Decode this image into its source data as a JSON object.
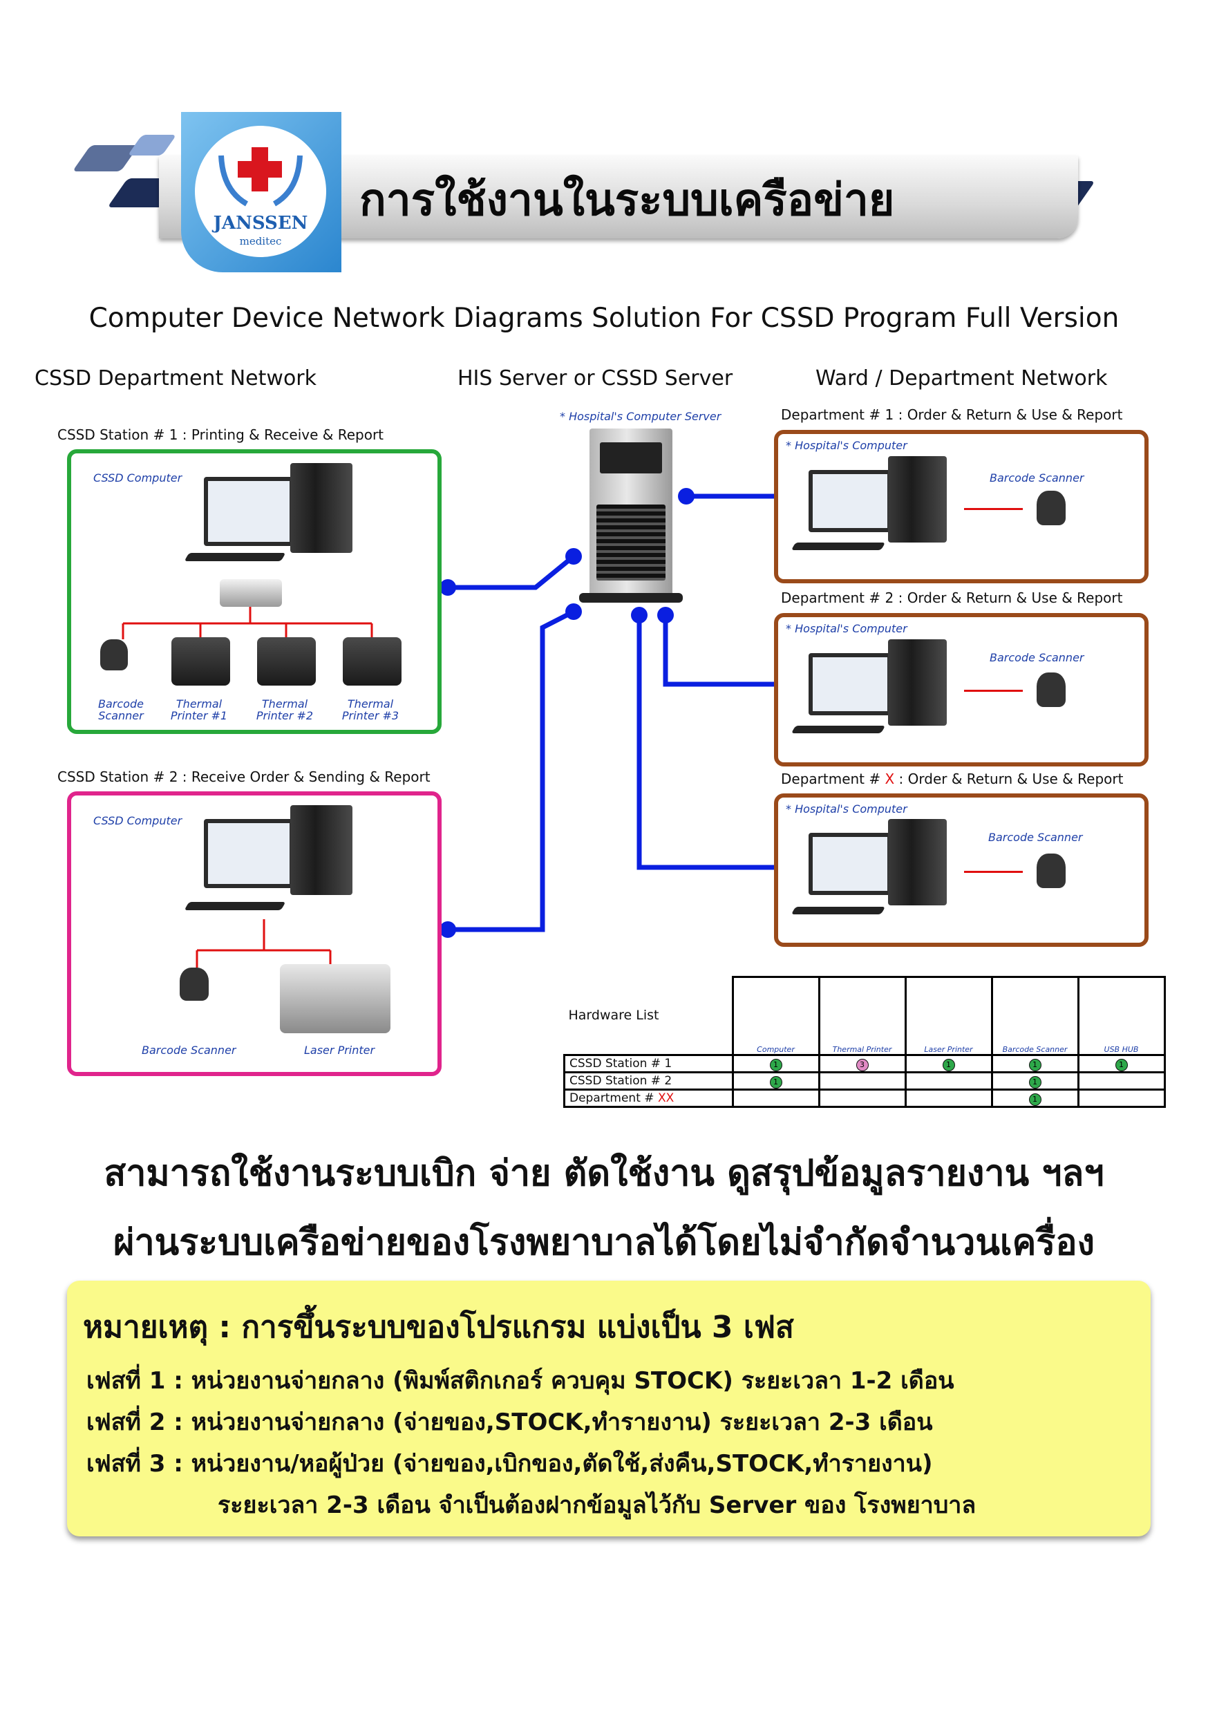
{
  "header": {
    "title": "การใช้งานในระบบเครือข่าย",
    "logo_name": "JANSSEN",
    "logo_sub": "meditec"
  },
  "subtitle": "Computer Device Network Diagrams Solution For CSSD Program Full Version",
  "sections": {
    "left": "CSSD Department Network",
    "middle": "HIS Server or CSSD Server",
    "right": "Ward / Department Network"
  },
  "server_caption": "* Hospital's Computer Server",
  "station1": {
    "label": "CSSD Station # 1  :  Printing & Receive & Report",
    "computer": "CSSD Computer",
    "devices": [
      "Barcode Scanner",
      "Thermal Printer #1",
      "Thermal Printer #2",
      "Thermal Printer #3"
    ]
  },
  "station2": {
    "label": "CSSD Station # 2  :  Receive Order & Sending & Report",
    "computer": "CSSD Computer",
    "devices": [
      "Barcode Scanner",
      "Laser  Printer"
    ]
  },
  "departments": [
    {
      "label_pre": "Department # 1",
      "label_x": "",
      "label_post": "  :  Order & Return & Use & Report",
      "computer": "* Hospital's Computer",
      "scanner": "Barcode Scanner"
    },
    {
      "label_pre": "Department # 2",
      "label_x": "",
      "label_post": "  :  Order & Return & Use & Report",
      "computer": "* Hospital's Computer",
      "scanner": "Barcode Scanner"
    },
    {
      "label_pre": "Department # ",
      "label_x": "X",
      "label_post": "  :  Order & Return & Use & Report",
      "computer": "* Hospital's Computer",
      "scanner": "Barcode Scanner"
    }
  ],
  "hardware": {
    "title": "Hardware List",
    "columns": [
      "Computer",
      "Thermal Printer",
      "Laser Printer",
      "Barcode Scanner",
      "USB HUB"
    ],
    "rows": [
      {
        "pre": "CSSD Station # 1",
        "x": "",
        "cells": [
          "1",
          "3",
          "1",
          "1",
          "1"
        ]
      },
      {
        "pre": "CSSD Station # 2",
        "x": "",
        "cells": [
          "1",
          "",
          "",
          "1",
          ""
        ]
      },
      {
        "pre": "Department # ",
        "x": "XX",
        "cells": [
          "",
          "",
          "",
          "1",
          ""
        ]
      }
    ]
  },
  "colors": {
    "network_line": "#0a1fe0",
    "station1_border": "#27a83a",
    "station2_border": "#e0248c",
    "dept_border": "#9a4a1a",
    "red_x": "#e01010",
    "note_bg": "#fafa8a"
  },
  "headline": {
    "line1": "สามารถใช้งานระบบเบิก จ่าย ตัดใช้งาน ดูสรุปข้อมูลรายงาน ฯลฯ",
    "line2": "ผ่านระบบเครือข่ายของโรงพยาบาลได้โดยไม่จำกัดจำนวนเครื่อง"
  },
  "note": {
    "heading": "หมายเหตุ : การขึ้นระบบของโปรแกรม   แบ่งเป็น 3 เฟส",
    "phase1": "เฟสที่ 1 : หน่วยงานจ่ายกลาง  (พิมพ์สติกเกอร์ ควบคุม STOCK) ระยะเวลา 1-2 เดือน",
    "phase2": "เฟสที่ 2 : หน่วยงานจ่ายกลาง  (จ่ายของ,STOCK,ทำรายงาน) ระยะเวลา 2-3 เดือน",
    "phase3": "เฟสที่ 3 : หน่วยงาน/หอผู้ป่วย  (จ่ายของ,เบิกของ,ตัดใช้,ส่งคืน,STOCK,ทำรายงาน)",
    "phase3b": "ระยะเวลา 2-3 เดือน จำเป็นต้องฝากข้อมูลไว้กับ Server ของ โรงพยาบาล"
  }
}
